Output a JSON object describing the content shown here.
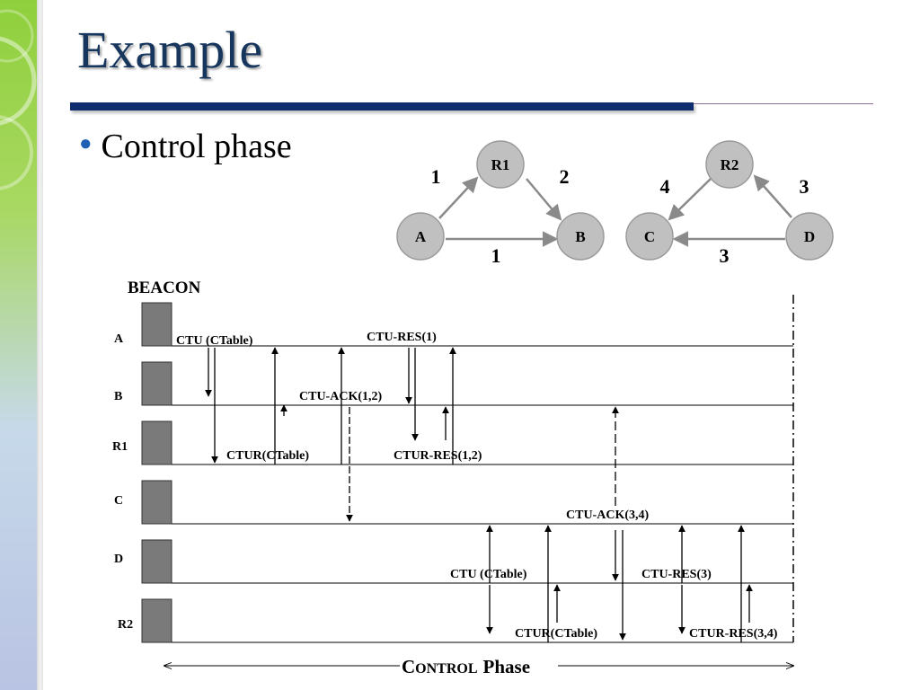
{
  "slide": {
    "title": "Example",
    "bullet": "Control phase"
  },
  "graph1": {
    "nodes": {
      "R1": "R1",
      "A": "A",
      "B": "B"
    },
    "edge_labels": {
      "a_r1": "1",
      "r1_b": "2",
      "a_b": "1"
    }
  },
  "graph2": {
    "nodes": {
      "R2": "R2",
      "C": "C",
      "D": "D"
    },
    "edge_labels": {
      "r2_c": "4",
      "d_r2": "3",
      "d_c": "3"
    }
  },
  "timing": {
    "beacon_label": "BEACON",
    "rows": [
      "A",
      "B",
      "R1",
      "C",
      "D",
      "R2"
    ],
    "messages": {
      "ctu_ctable": "CTU (CTable)",
      "ctu_res_1": "CTU-RES(1)",
      "ctu_ack_12": "CTU-ACK(1,2)",
      "ctur_ctable": "CTUR(CTable)",
      "ctur_res_12": "CTUR-RES(1,2)",
      "ctu_ack_34": "CTU-ACK(3,4)",
      "ctu_ctable_2": "CTU (CTable)",
      "ctu_res_3": "CTU-RES(3)",
      "ctur_ctable_2": "CTUR(CTable)",
      "ctur_res_34": "CTUR-RES(3,4)"
    },
    "phase_label_prefix": "C",
    "phase_label_smallcaps": "ONTROL",
    "phase_label_word": "Phase"
  }
}
